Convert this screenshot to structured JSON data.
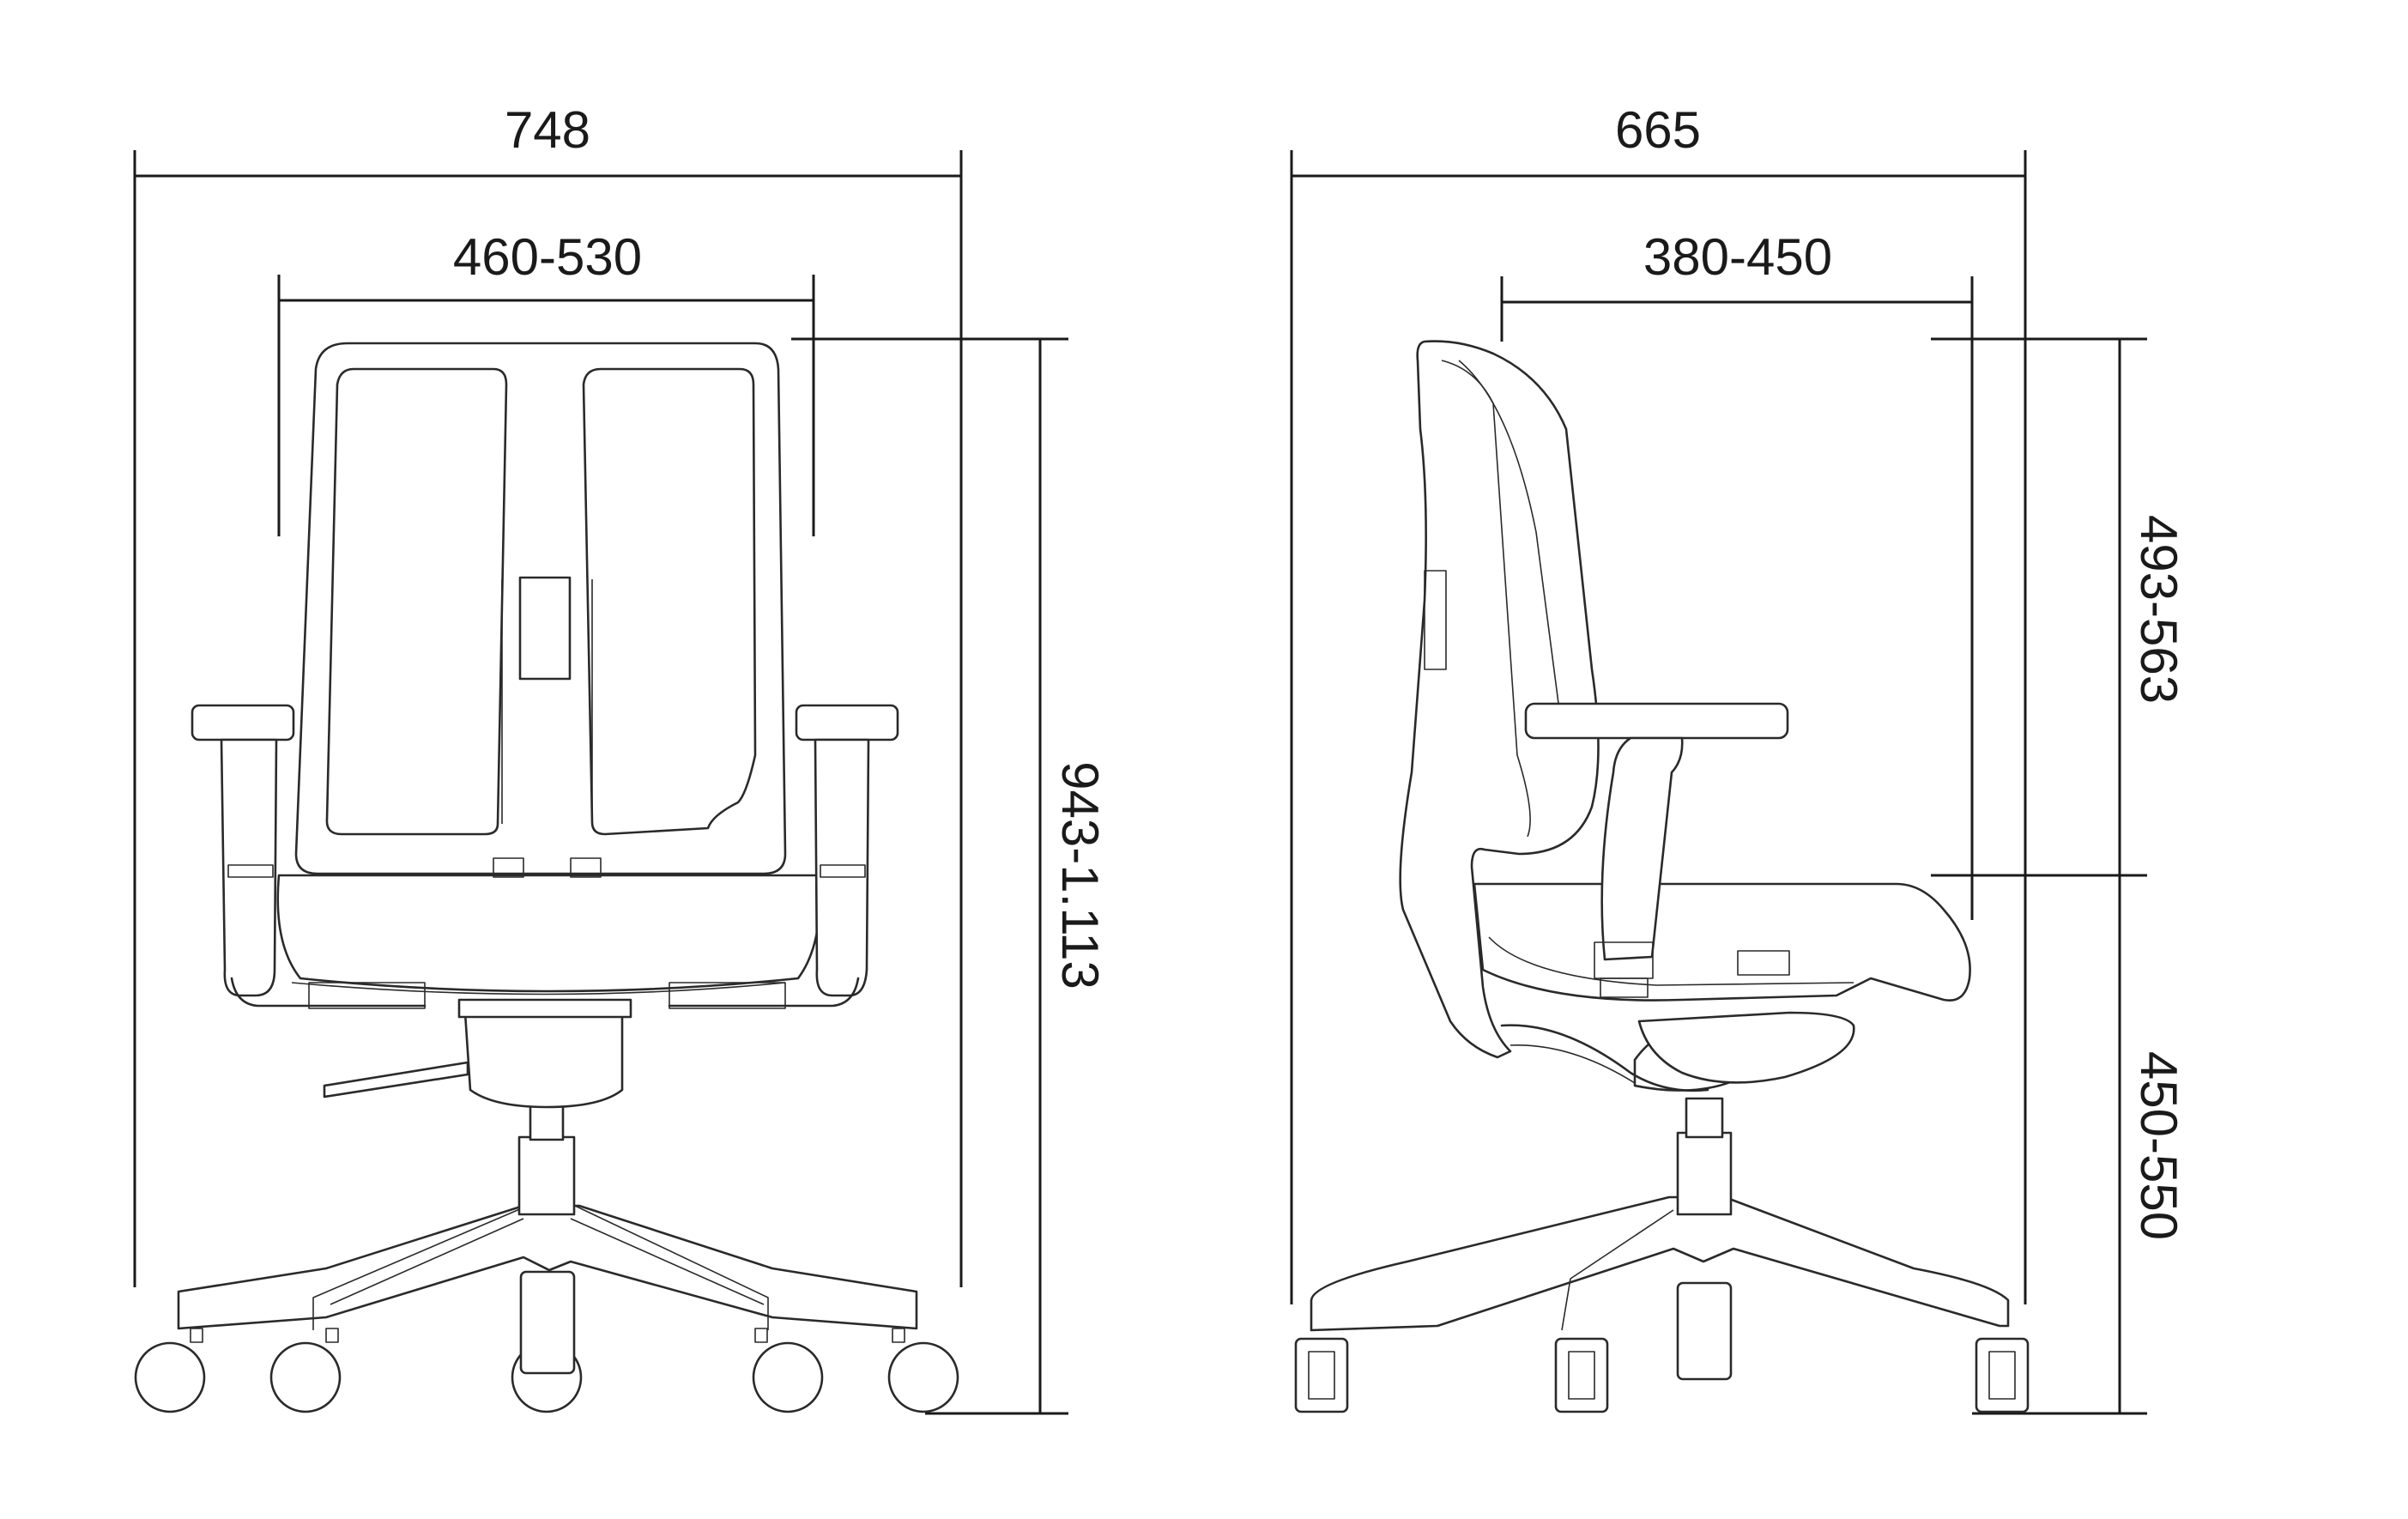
{
  "front_view": {
    "overall_width": "748",
    "backrest_width": "460-530",
    "overall_height": "943-1.113"
  },
  "side_view": {
    "overall_depth": "665",
    "seat_depth": "380-450",
    "backrest_height": "493-563",
    "seat_height": "450-550"
  }
}
